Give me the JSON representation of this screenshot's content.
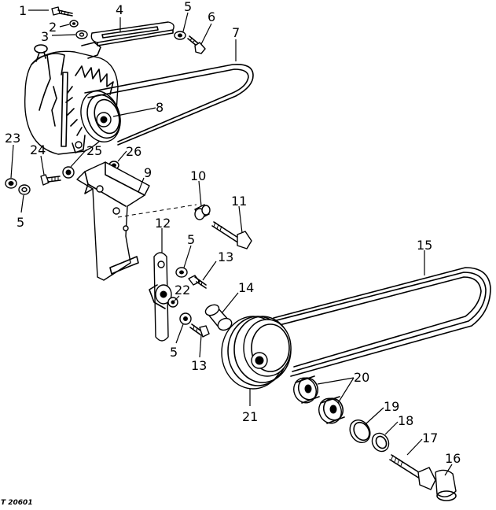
{
  "figure_id": "T 20601",
  "callouts": {
    "c1": "1",
    "c2": "2",
    "c3": "3",
    "c4": "4",
    "c5a": "5",
    "c6": "6",
    "c7": "7",
    "c8": "8",
    "c9": "9",
    "c10": "10",
    "c11": "11",
    "c12": "12",
    "c5b": "5",
    "c13a": "13",
    "c14": "14",
    "c15": "15",
    "c16": "16",
    "c17": "17",
    "c18": "18",
    "c19": "19",
    "c20": "20",
    "c21": "21",
    "c22": "22",
    "c5c": "5",
    "c13b": "13",
    "c23": "23",
    "c24": "24",
    "c25": "25",
    "c26": "26",
    "c5d": "5"
  }
}
